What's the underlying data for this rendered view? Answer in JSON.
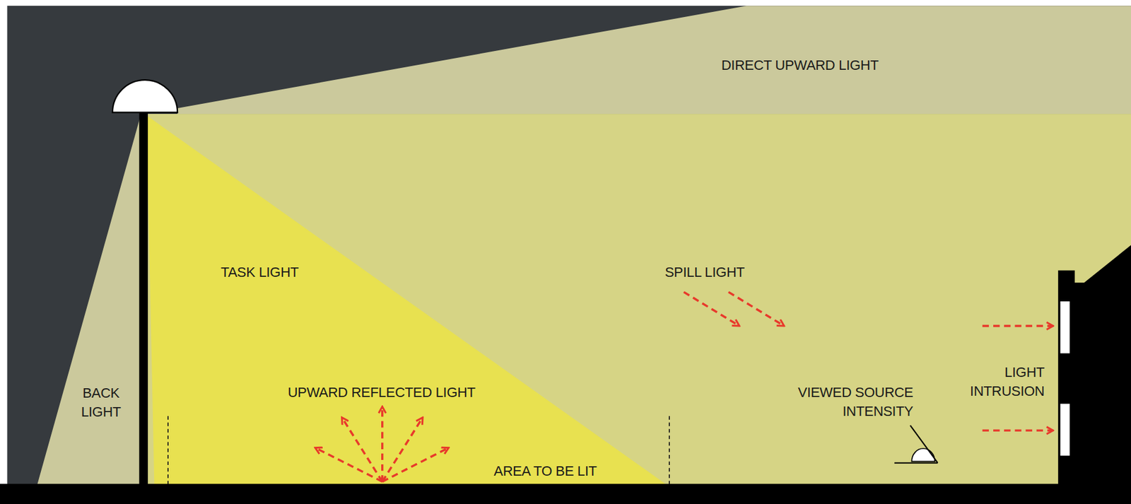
{
  "diagram": {
    "labels": [
      "DIRECT UPWARD LIGHT",
      "TASK LIGHT",
      "SPILL LIGHT",
      "BACK LIGHT",
      "UPWARD REFLECTED LIGHT",
      "AREA TO BE LIT",
      "VIEWED SOURCE INTENSITY",
      "LIGHT INTRUSION"
    ]
  }
}
